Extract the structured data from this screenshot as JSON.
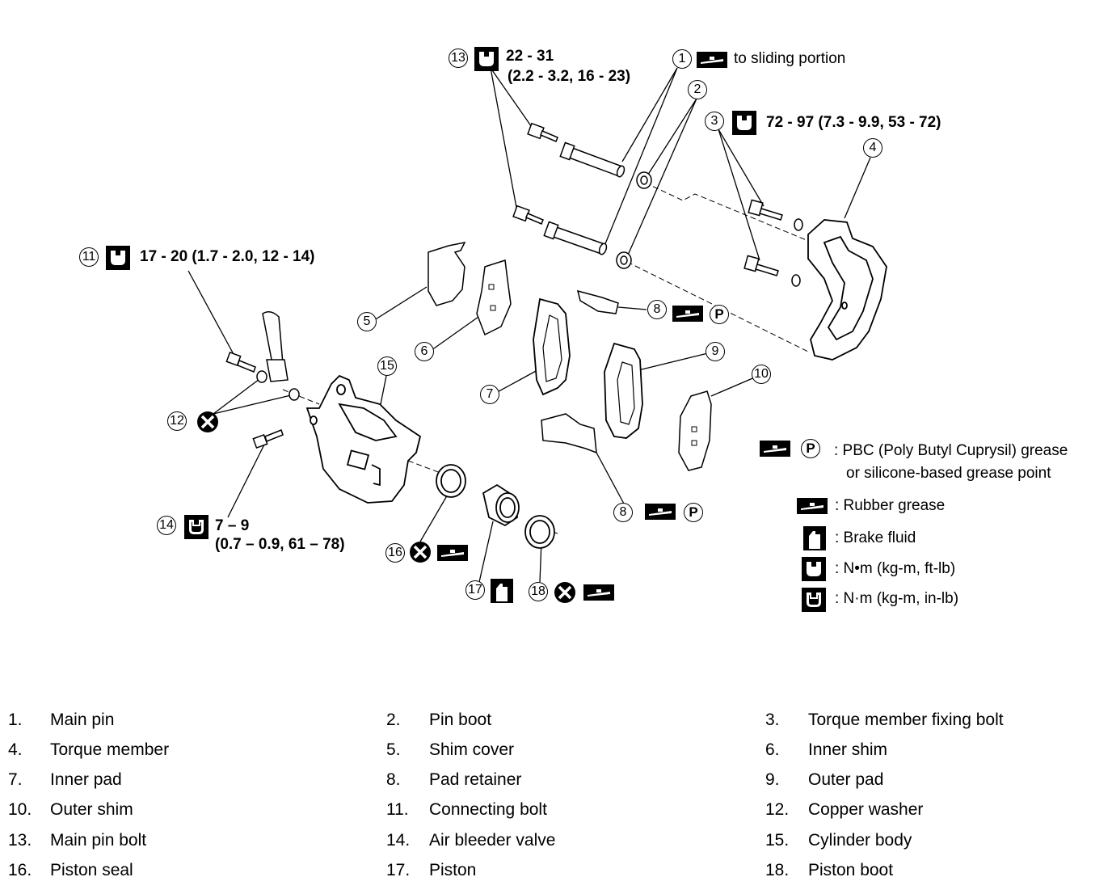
{
  "torque_specs": {
    "main_pin_bolt": {
      "line1": "22 - 31",
      "line2": "(2.2 - 3.2, 16 - 23)"
    },
    "main_pin_grease": "to sliding portion",
    "torque_member_fixing_bolt": "72 - 97 (7.3 - 9.9, 53 - 72)",
    "connecting_bolt": "17 - 20 (1.7 - 2.0, 12 - 14)",
    "air_bleeder_valve": {
      "line1": "7 – 9",
      "line2": "(0.7 – 0.9, 61 – 78)"
    }
  },
  "callout_numbers": [
    "1",
    "2",
    "3",
    "4",
    "5",
    "6",
    "7",
    "8",
    "9",
    "10",
    "11",
    "12",
    "13",
    "14",
    "15",
    "16",
    "17",
    "18"
  ],
  "legend": {
    "pbc_line1": ": PBC (Poly Butyl Cuprysil) grease",
    "pbc_line2": "or silicone-based grease point",
    "rubber_grease": ": Rubber grease",
    "brake_fluid": ": Brake fluid",
    "nm_ftlb": ": N•m (kg-m, ft-lb)",
    "nm_inlb": ": N·m (kg-m, in-lb)",
    "p_symbol": "P"
  },
  "parts": [
    {
      "num": "1.",
      "name": "Main pin"
    },
    {
      "num": "2.",
      "name": "Pin boot"
    },
    {
      "num": "3.",
      "name": "Torque member fixing bolt"
    },
    {
      "num": "4.",
      "name": "Torque member"
    },
    {
      "num": "5.",
      "name": "Shim cover"
    },
    {
      "num": "6.",
      "name": "Inner shim"
    },
    {
      "num": "7.",
      "name": "Inner pad"
    },
    {
      "num": "8.",
      "name": "Pad retainer"
    },
    {
      "num": "9.",
      "name": "Outer pad"
    },
    {
      "num": "10.",
      "name": "Outer shim"
    },
    {
      "num": "11.",
      "name": "Connecting bolt"
    },
    {
      "num": "12.",
      "name": "Copper washer"
    },
    {
      "num": "13.",
      "name": "Main pin bolt"
    },
    {
      "num": "14.",
      "name": "Air bleeder valve"
    },
    {
      "num": "15.",
      "name": "Cylinder body"
    },
    {
      "num": "16.",
      "name": "Piston seal"
    },
    {
      "num": "17.",
      "name": "Piston"
    },
    {
      "num": "18.",
      "name": "Piston boot"
    }
  ]
}
